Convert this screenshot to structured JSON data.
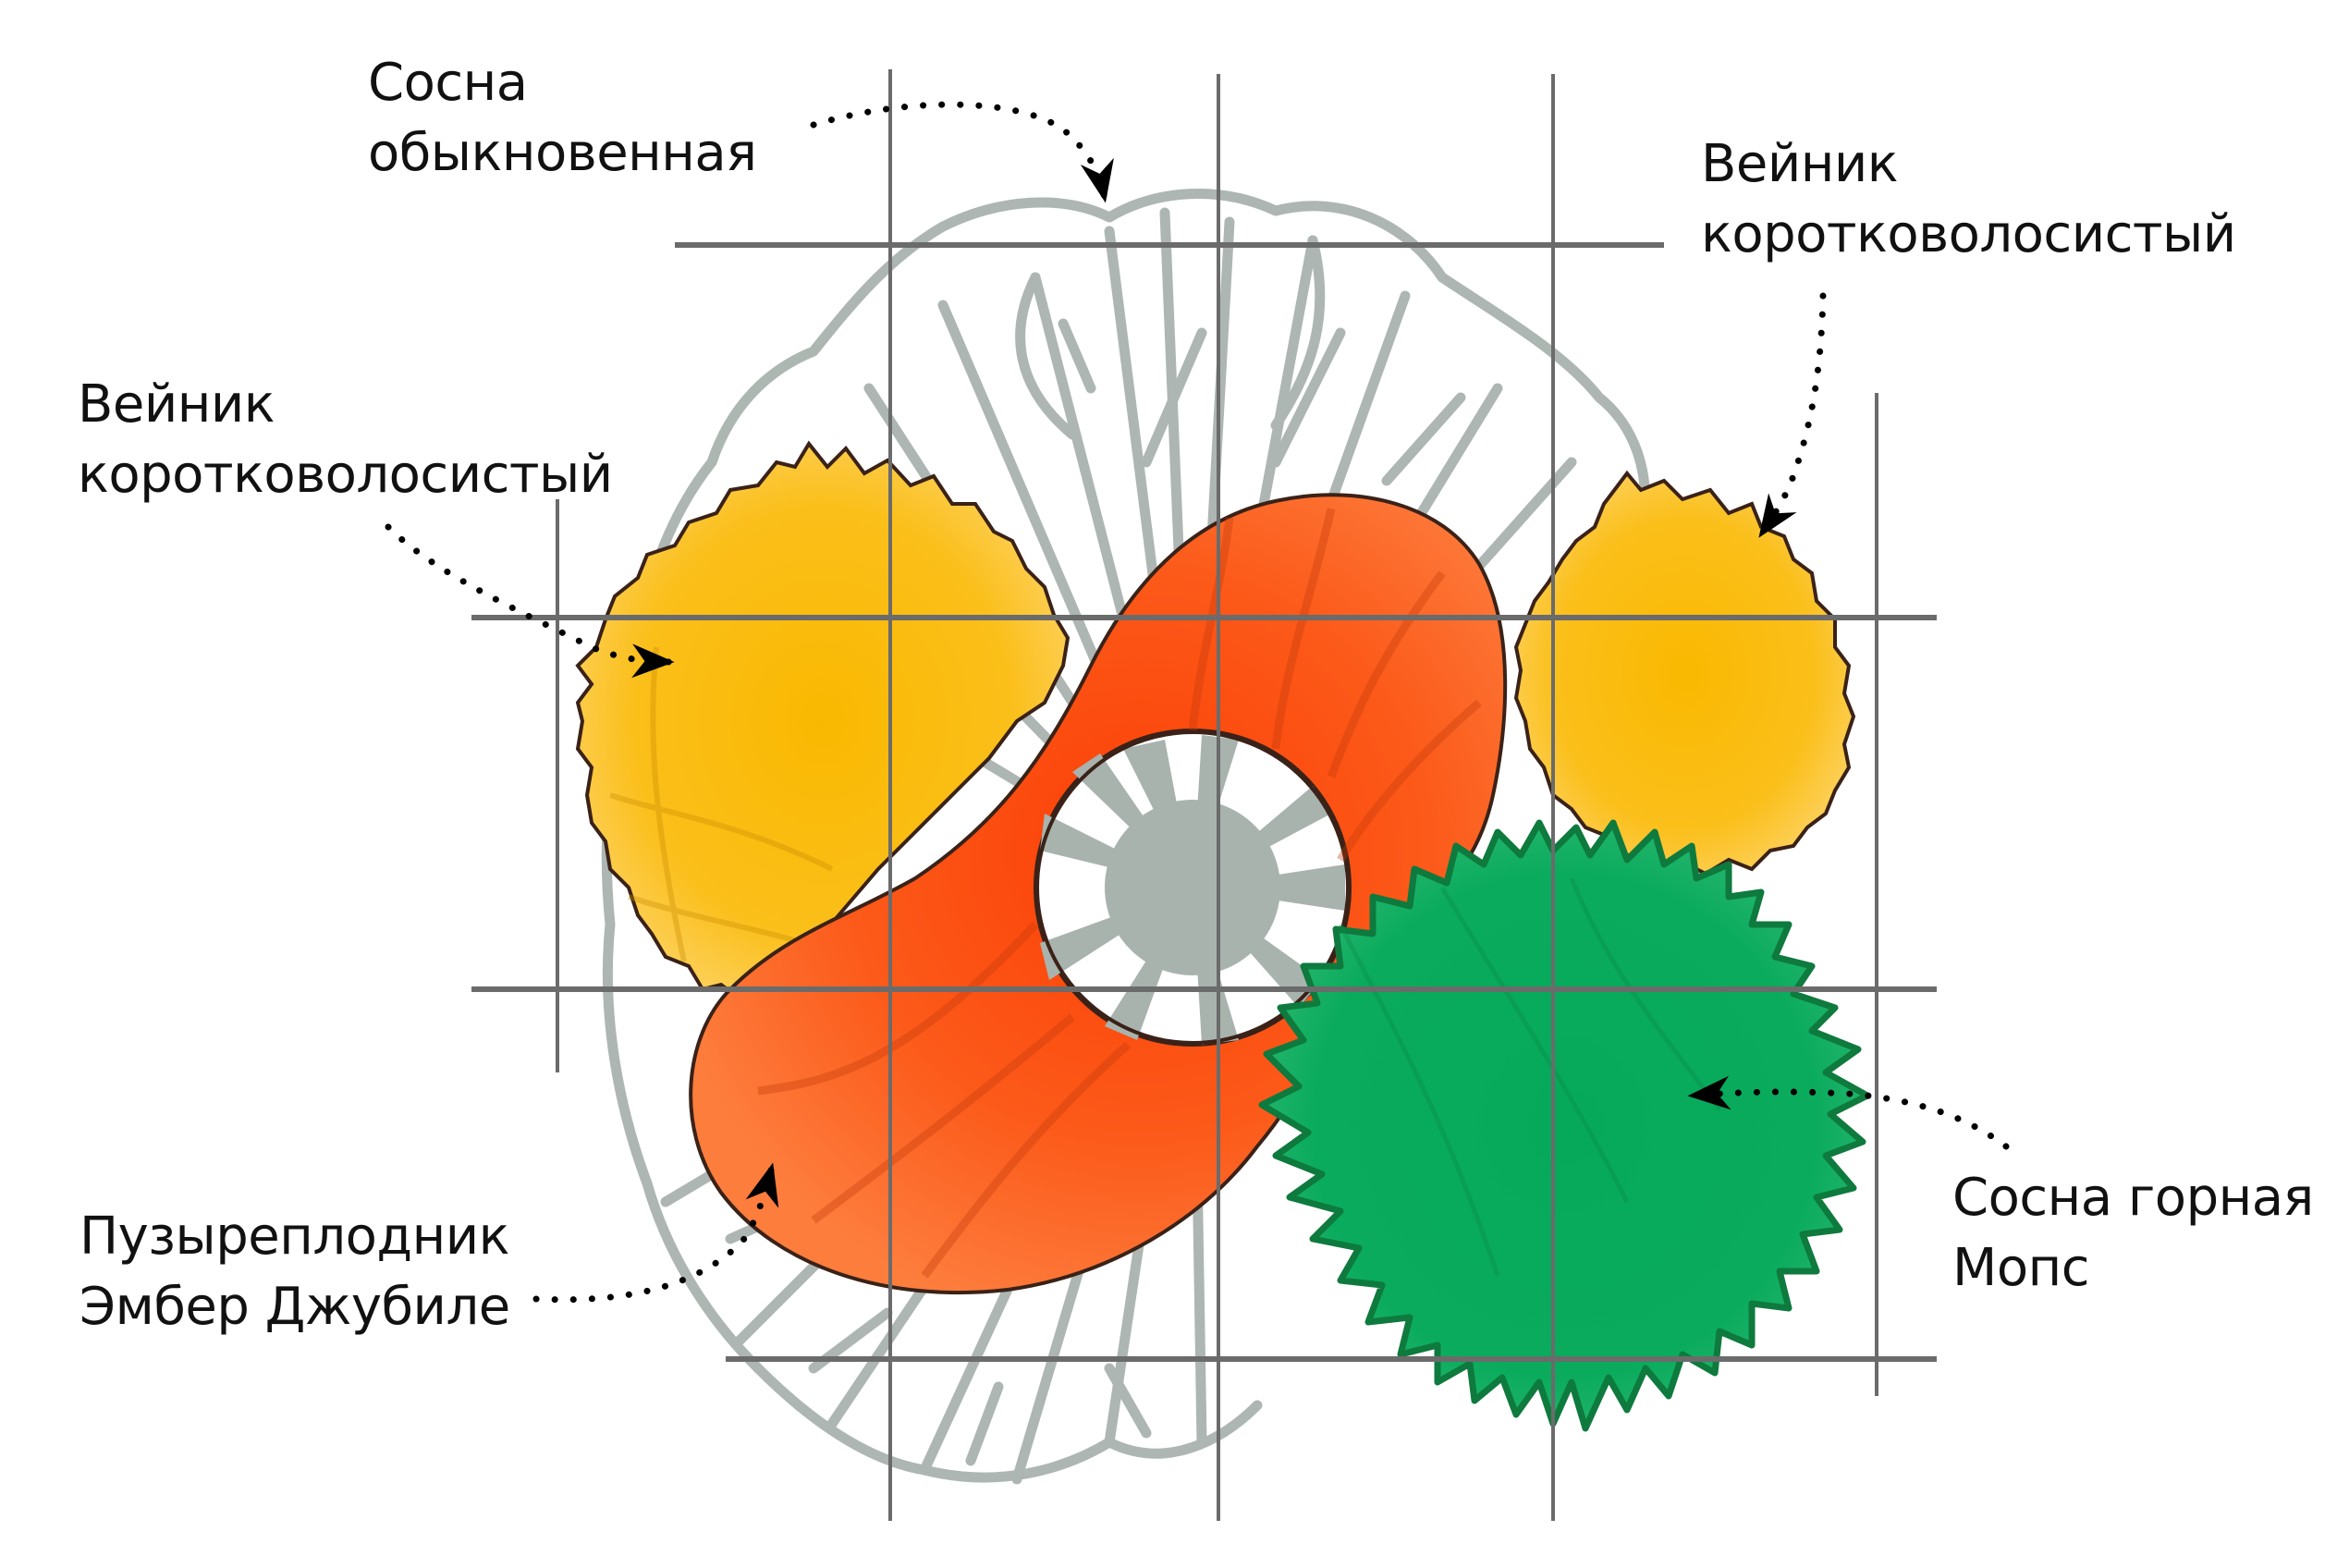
{
  "colors": {
    "background": "#ffffff",
    "grid": "#6b6b6b",
    "tree": "#a9b3ae",
    "yellow": "#f7b500",
    "yellow_light": "#fcc93a",
    "orange": "#fb5a1c",
    "orange_light": "#fd7a3a",
    "green": "#0aa85a",
    "green_dark": "#0e7a3e",
    "outline": "#3a2218",
    "text": "#111111"
  },
  "labels": {
    "pine_common": {
      "line1": "Сосна",
      "line2": "обыкновенная"
    },
    "reed_grass_left": {
      "line1": "Вейник",
      "line2": "коротковолосистый"
    },
    "reed_grass_right": {
      "line1": "Вейник",
      "line2": "коротковолосистый"
    },
    "ninebark": {
      "line1": "Пузыреплодник",
      "line2": "Эмбер Джубиле"
    },
    "mountain_pine": {
      "line1": "Сосна горная",
      "line2": "Мопс"
    }
  },
  "plants": [
    {
      "id": "pine_common",
      "shape": "tree-canopy-outline",
      "color": "tree"
    },
    {
      "id": "reed_grass_left",
      "shape": "jagged-circle",
      "color": "yellow"
    },
    {
      "id": "reed_grass_right",
      "shape": "jagged-circle",
      "color": "yellow"
    },
    {
      "id": "ninebark",
      "shape": "bean-with-hole",
      "color": "orange"
    },
    {
      "id": "mountain_pine",
      "shape": "spiky-circle",
      "color": "green"
    }
  ],
  "grid": {
    "vertical_x": [
      603,
      963,
      1318,
      1680,
      2030
    ],
    "horizontal_y": [
      265,
      668,
      1070,
      1470
    ]
  }
}
